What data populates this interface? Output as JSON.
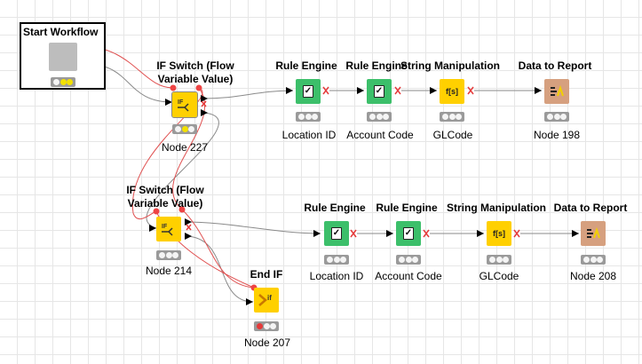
{
  "annotation": {
    "title": "Start Workflow"
  },
  "nodes": {
    "switch1": {
      "title_line1": "IF Switch (Flow",
      "title_line2": "Variable Value)",
      "name": "Node 227",
      "icon": "if-switch-icon"
    },
    "switch2": {
      "title_line1": "IF Switch (Flow",
      "title_line2": "Variable Value)",
      "name": "Node 214",
      "icon": "if-switch-icon"
    },
    "endif": {
      "title": "End IF",
      "name": "Node 207",
      "icon": "end-if-icon"
    },
    "row1": [
      {
        "title": "Rule Engine",
        "name": "Location ID",
        "icon": "rule-engine-icon"
      },
      {
        "title": "Rule Engine",
        "name": "Account Code",
        "icon": "rule-engine-icon"
      },
      {
        "title": "String Manipulation",
        "name": "GLCode",
        "icon": "string-manipulation-icon",
        "glyph": "f[s]"
      },
      {
        "title": "Data to Report",
        "name": "Node 198",
        "icon": "data-to-report-icon"
      }
    ],
    "row2": [
      {
        "title": "Rule Engine",
        "name": "Location ID",
        "icon": "rule-engine-icon"
      },
      {
        "title": "Rule Engine",
        "name": "Account Code",
        "icon": "rule-engine-icon"
      },
      {
        "title": "String Manipulation",
        "name": "GLCode",
        "icon": "string-manipulation-icon",
        "glyph": "f[s]"
      },
      {
        "title": "Data to Report",
        "name": "Node 208",
        "icon": "data-to-report-icon"
      }
    ]
  },
  "colors": {
    "flow_variable_wire": "#e05050",
    "data_wire": "#8a8a8a",
    "rule_engine": "#3cbf6a",
    "manipulator": "#ffd000",
    "reporting": "#d6a07f"
  }
}
